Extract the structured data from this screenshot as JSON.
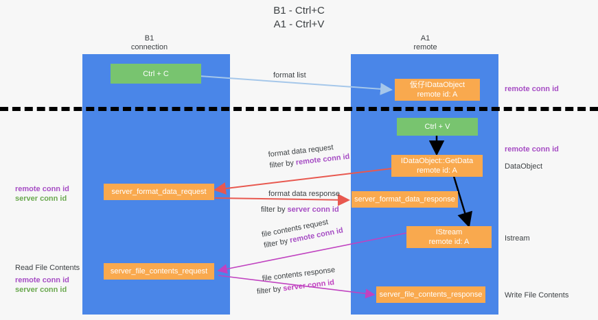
{
  "title": {
    "line1": "B1 - Ctrl+C",
    "line2": "A1 - Ctrl+V"
  },
  "columns": [
    {
      "name": "B1",
      "role": "connection"
    },
    {
      "name": "A1",
      "role": "remote"
    }
  ],
  "boxes": {
    "ctrl_c": "Ctrl + C",
    "ctrl_v": "Ctrl + V",
    "idataobject_top_l1": "仮仔IDataObject",
    "idataobject_top_l2": "remote id: A",
    "getdata_l1": "IDataObject::GetData",
    "getdata_l2": "remote id: A",
    "istream_l1": "IStream",
    "istream_l2": "remote id: A",
    "server_format_data_request": "server_format_data_request",
    "server_format_data_response": "server_format_data_response",
    "server_file_contents_request": "server_file_contents_request",
    "server_file_contents_response": "server_file_contents_response"
  },
  "arrow_labels": {
    "format_list": "format list",
    "format_data_request": "format data request",
    "format_data_request_filter_prefix": "filter by ",
    "format_data_request_filter_key": "remote conn id",
    "format_data_response": "format data response",
    "format_data_response_filter_prefix": "filter by ",
    "format_data_response_filter_key": "server conn id",
    "file_contents_request": "file contents request",
    "file_contents_request_filter_prefix": "filter by ",
    "file_contents_request_filter_key": "remote conn id",
    "file_contents_response": "file contents response",
    "file_contents_response_filter_prefix": "filter by ",
    "file_contents_response_filter_key": "server conn id"
  },
  "annotations": {
    "right_remote_conn_id_top": "remote conn id",
    "right_remote_conn_id_mid": "remote conn id",
    "right_dataobject": "DataObject",
    "right_istream": "Istream",
    "right_write_file_contents": "Write File Contents",
    "left_remote_conn_id_mid": "remote conn id",
    "left_server_conn_id_mid": "server conn id",
    "left_read_file_contents": "Read File Contents",
    "left_remote_conn_id_bottom": "remote conn id",
    "left_server_conn_id_bottom": "server conn id"
  },
  "colors": {
    "lane": "#4a86e8",
    "green_box": "#78c46f",
    "orange_box": "#f9a94e",
    "purple_text": "#a64dc4",
    "green_text": "#6aa84f",
    "arrow_format_list": "#a5c7ea",
    "arrow_red": "#e8584f",
    "arrow_magenta": "#c042c0",
    "arrow_black": "#000000",
    "background": "#f7f7f7"
  }
}
